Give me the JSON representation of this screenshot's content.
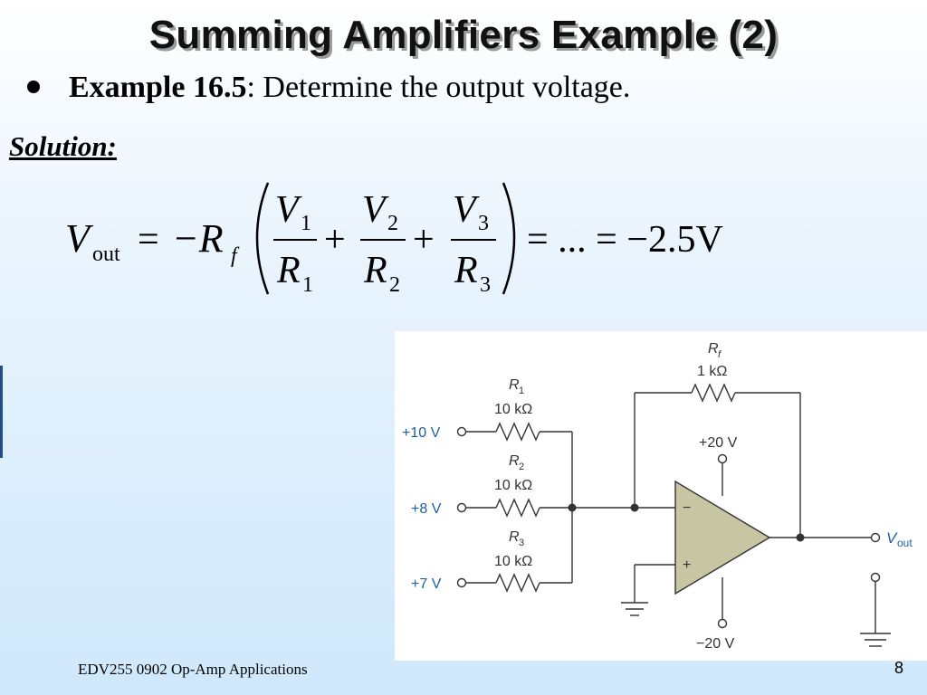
{
  "slide": {
    "title": "Summing Amplifiers Example (2)",
    "bullet_bold": "Example 16.5",
    "bullet_rest": ": Determine the output voltage.",
    "solution_label": "Solution:"
  },
  "equation": {
    "lhs_var": "V",
    "lhs_sub": "out",
    "eq1": "=",
    "neg_rf": "−R",
    "rf_sub": "f",
    "num1": "V",
    "num1_sub": "1",
    "den1": "R",
    "den1_sub": "1",
    "plus1": "+",
    "num2": "V",
    "num2_sub": "2",
    "den2": "R",
    "den2_sub": "2",
    "plus2": "+",
    "num3": "V",
    "num3_sub": "3",
    "den3": "R",
    "den3_sub": "3",
    "tail": "= ... = −2.5V"
  },
  "circuit": {
    "rf_label": "R",
    "rf_sub": "f",
    "rf_value": "1 kΩ",
    "r1_label": "R",
    "r1_sub": "1",
    "r1_value": "10 kΩ",
    "r2_label": "R",
    "r2_sub": "2",
    "r2_value": "10 kΩ",
    "r3_label": "R",
    "r3_sub": "3",
    "r3_value": "10 kΩ",
    "in1": "+10 V",
    "in2": "+8 V",
    "in3": "+7 V",
    "vplus": "+20 V",
    "vminus": "−20 V",
    "minus_sign": "−",
    "plus_sign": "+",
    "vout": "V",
    "vout_sub": "out",
    "accent_color": "#1f5fa6",
    "opamp_fill": "#c8c6a2"
  },
  "footer": {
    "course": "EDV255 0902 Op-Amp Applications",
    "page_number": "8"
  }
}
